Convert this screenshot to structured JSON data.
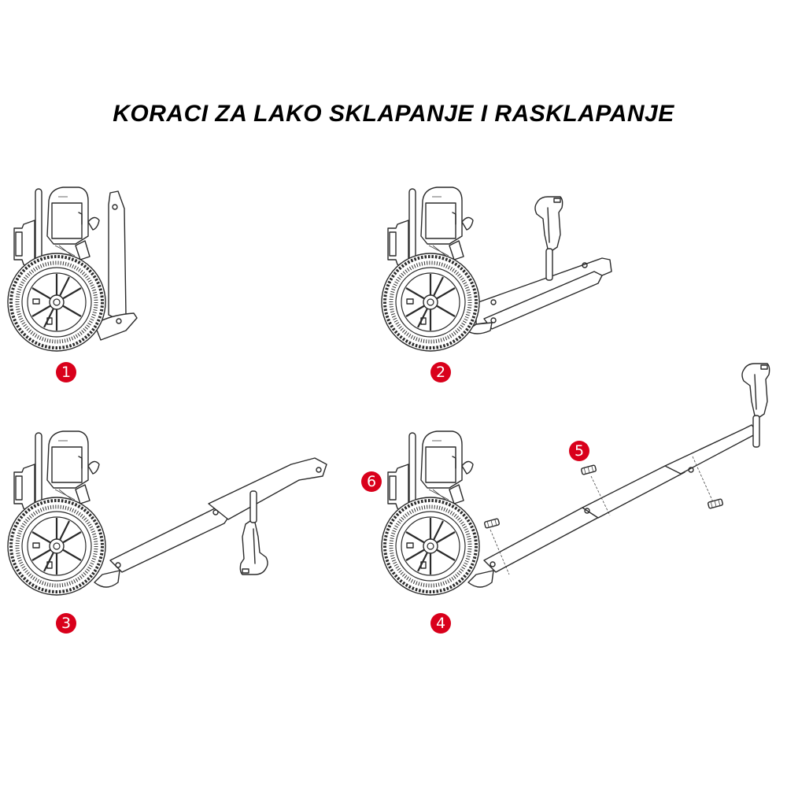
{
  "title": "KORACI ZA LAKO SKLAPANJE I RASKLAPANJE",
  "accent_color": "#d9001b",
  "steps": [
    {
      "number": "1",
      "description": "folded"
    },
    {
      "number": "2",
      "description": "handle raised, frame unfolded"
    },
    {
      "number": "3",
      "description": "frame extended, handle below"
    },
    {
      "number": "4",
      "description": "fully assembled with knobs"
    }
  ],
  "callouts": [
    {
      "number": "5",
      "part": "knob"
    },
    {
      "number": "6",
      "part": "hose reel"
    }
  ]
}
